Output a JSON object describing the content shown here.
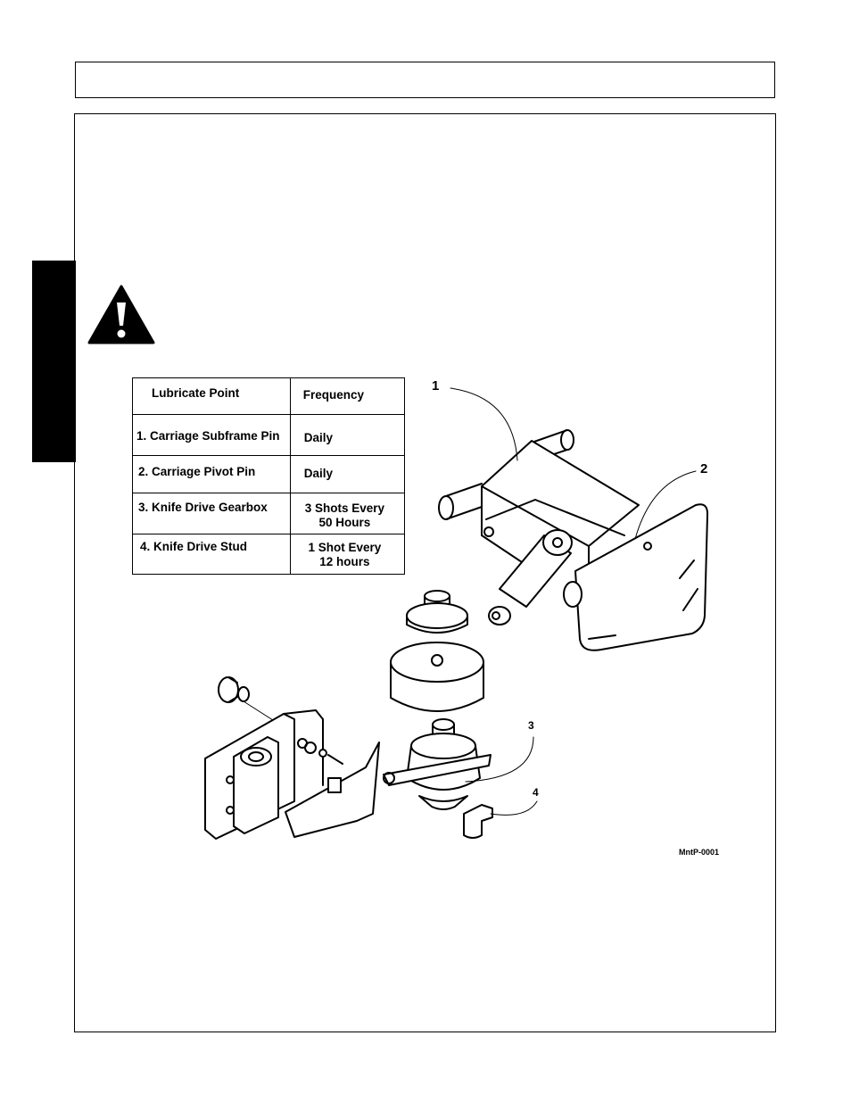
{
  "lube_table": {
    "headers": [
      "Lubricate Point",
      "Frequency"
    ],
    "rows": [
      {
        "point": "1. Carriage Subframe Pin",
        "frequency": "Daily"
      },
      {
        "point": "2. Carriage Pivot Pin",
        "frequency": "Daily"
      },
      {
        "point": "3. Knife Drive Gearbox",
        "frequency": "3 Shots Every\n50 Hours"
      },
      {
        "point": "4. Knife Drive Stud",
        "frequency": "1 Shot Every\n12 hours"
      }
    ]
  },
  "figure": {
    "callouts": [
      "1",
      "2",
      "3",
      "4"
    ],
    "figure_id": "MntP-0001"
  },
  "icons": {
    "warning": "warning-triangle-icon"
  }
}
